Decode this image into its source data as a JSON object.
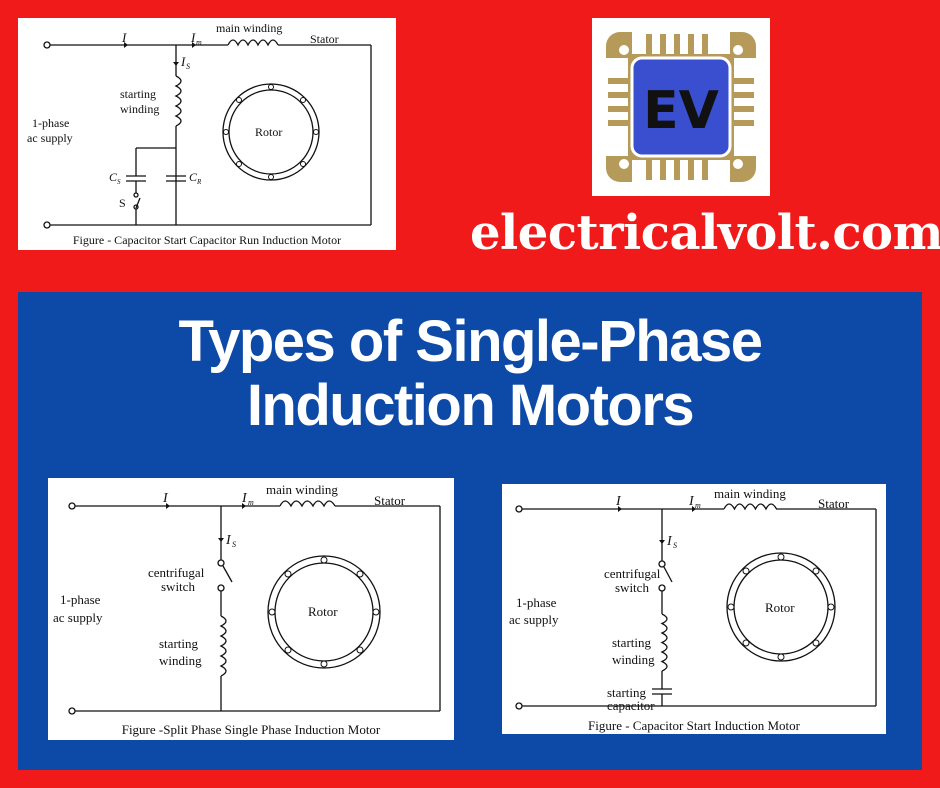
{
  "site": {
    "domain": "electricalvolt.com",
    "logo_text": "EV",
    "colors": {
      "background": "#f01a1a",
      "banner": "#0d4aa8",
      "logo_blue": "#3a4fd0",
      "logo_gold": "#b69a5a"
    }
  },
  "banner": {
    "title_line1": "Types of Single-Phase",
    "title_line2": "Induction Motors"
  },
  "figures": [
    {
      "id": "capacitor-start-capacitor-run",
      "caption": "Figure - Capacitor Start Capacitor Run Induction Motor",
      "labels": {
        "current_total": "I",
        "current_main": "I",
        "current_main_sub": "m",
        "current_start": "I",
        "current_start_sub": "S",
        "main_winding": "main winding",
        "stator": "Stator",
        "starting_winding_1": "starting",
        "starting_winding_2": "winding",
        "supply_1": "1-phase",
        "supply_2": "ac supply",
        "rotor": "Rotor",
        "cap_start": "C",
        "cap_start_sub": "S",
        "cap_run": "C",
        "cap_run_sub": "R",
        "switch": "S"
      }
    },
    {
      "id": "split-phase",
      "caption": "Figure -Split Phase Single Phase Induction Motor",
      "labels": {
        "current_total": "I",
        "current_main": "I",
        "current_main_sub": "m",
        "current_start": "I",
        "current_start_sub": "S",
        "main_winding": "main winding",
        "stator": "Stator",
        "centrifugal_1": "centrifugal",
        "centrifugal_2": "switch",
        "starting_winding_1": "starting",
        "starting_winding_2": "winding",
        "supply_1": "1-phase",
        "supply_2": "ac supply",
        "rotor": "Rotor"
      }
    },
    {
      "id": "capacitor-start",
      "caption": "Figure - Capacitor Start Induction Motor",
      "labels": {
        "current_total": "I",
        "current_main": "I",
        "current_main_sub": "m",
        "current_start": "I",
        "current_start_sub": "S",
        "main_winding": "main winding",
        "stator": "Stator",
        "centrifugal_1": "centrifugal",
        "centrifugal_2": "switch",
        "starting_winding_1": "starting",
        "starting_winding_2": "winding",
        "starting_cap_1": "starting",
        "starting_cap_2": "capacitor",
        "supply_1": "1-phase",
        "supply_2": "ac supply",
        "rotor": "Rotor"
      }
    }
  ]
}
